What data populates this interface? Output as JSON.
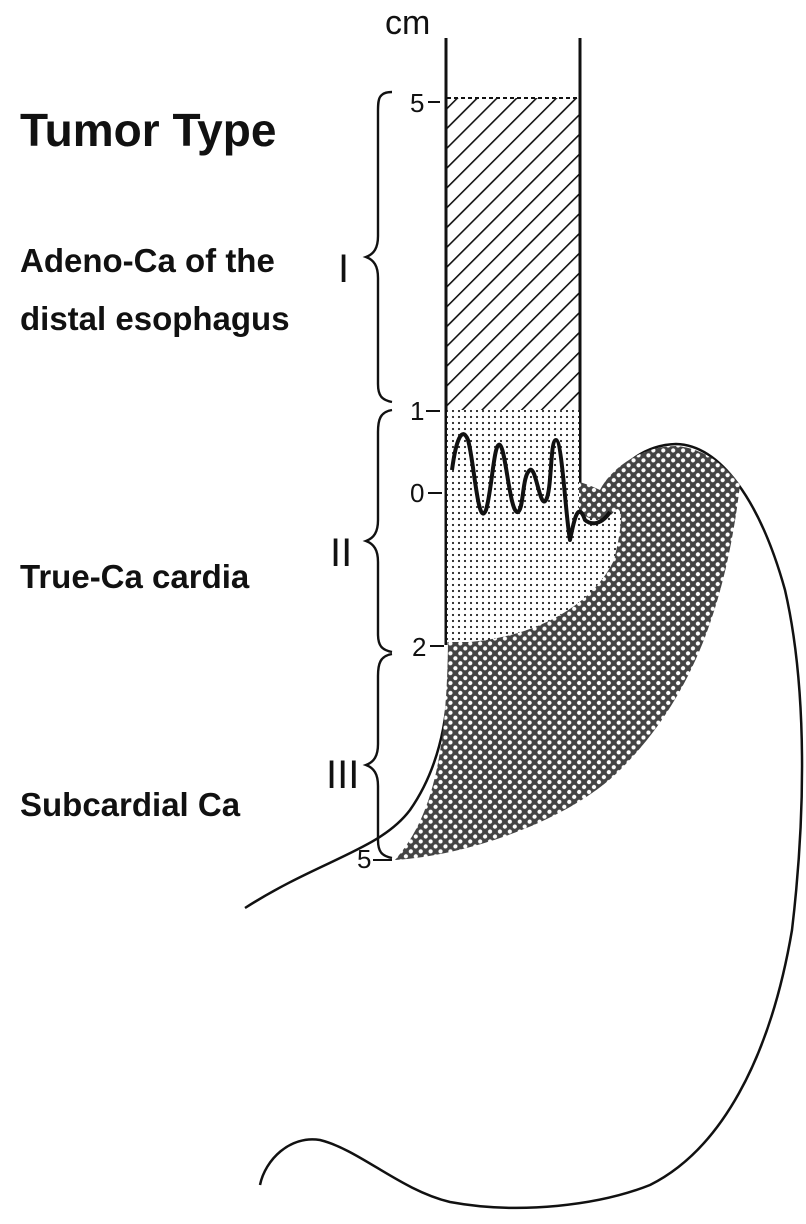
{
  "diagram": {
    "unit_label": "cm",
    "title": "Tumor Type",
    "types": [
      {
        "numeral": "I",
        "name_line1": "Adeno-Ca of the",
        "name_line2": "distal esophagus"
      },
      {
        "numeral": "II",
        "name": "True-Ca cardia"
      },
      {
        "numeral": "III",
        "name": "Subcardial Ca"
      }
    ],
    "scale_ticks": [
      "5",
      "1",
      "0",
      "2",
      "5"
    ],
    "colors": {
      "ink": "#111111",
      "background": "#ffffff"
    }
  }
}
